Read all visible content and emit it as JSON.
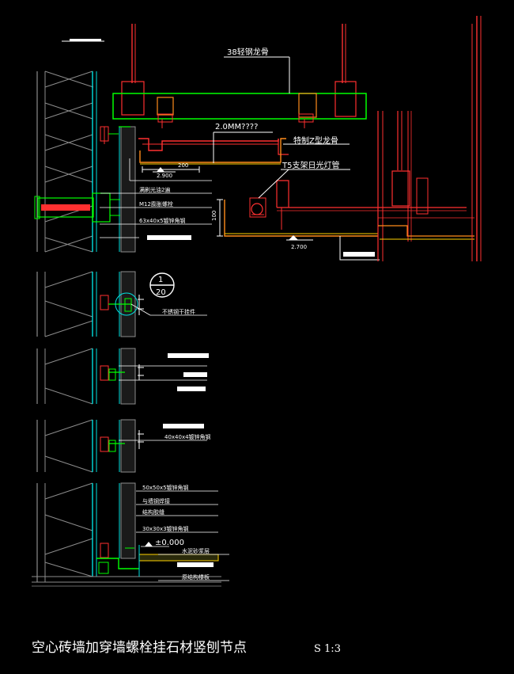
{
  "colors": {
    "background": "#000000",
    "wall_cyan": "#00e0e0",
    "stone_gray": "#8c8c8c",
    "beam_green": "#00ff00",
    "suspension_red": "#ff3030",
    "ceiling_orange": "#ff8c1a",
    "ceiling_yellow": "#ffd200",
    "text_white": "#ffffff"
  },
  "labels": {
    "light_steel_keel": "38轻钢龙骨",
    "gap_note": "2.0MM????",
    "z_keel": "特制Z型龙骨",
    "t5_light": "T5支架日光灯管",
    "dim_200": "200",
    "dim_elev_2900": "2.900",
    "dim_elev_2700": "2.700",
    "dim_100": "100",
    "layer_1": "满刷光油2遍",
    "layer_2": "M12膨胀螺栓",
    "layer_3": "63x40x5镀锌角钢",
    "detail_num": "1",
    "detail_sheet": "20",
    "stainless_pendant": "不锈钢干挂件",
    "angle_steel_2": "40x40x4镀锌角钢",
    "base_1": "50x50x5镀锌角钢",
    "base_2": "与墙钢焊接",
    "base_3": "结构胶缝",
    "base_4": "30x30x3镀锌角钢",
    "base_elev": "±0.000",
    "base_5": "水泥砂浆层",
    "base_6": "原结构楼板"
  },
  "title": {
    "main": "空心砖墙加穿墙螺栓挂石材竖刨节点",
    "scale": "S 1:3"
  }
}
